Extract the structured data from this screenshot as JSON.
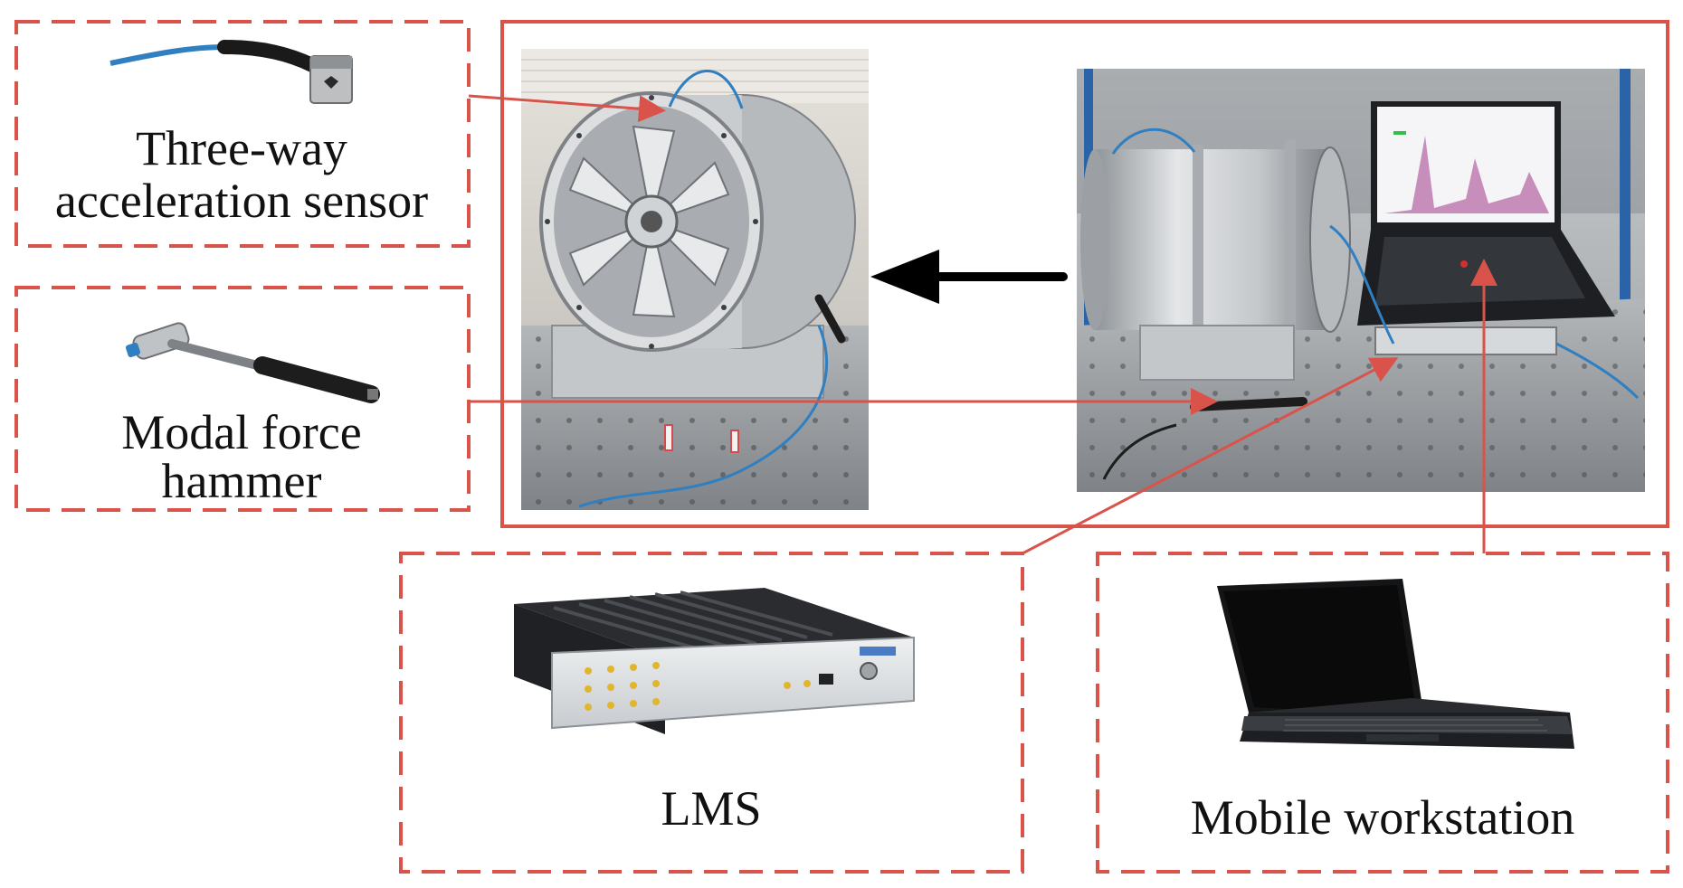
{
  "labels": {
    "sensor_line1": "Three-way",
    "sensor_line2": "acceleration sensor",
    "hammer_line1": "Modal force",
    "hammer_line2": "hammer",
    "lms": "LMS",
    "workstation": "Mobile workstation"
  },
  "colors": {
    "frame_red": "#d9534a",
    "arrow_black": "#000000",
    "text": "#111111",
    "metal_light": "#d9dbdd",
    "metal_dark": "#8e9296",
    "table_gray": "#9ea2a6",
    "laptop_black": "#1d1f22",
    "cable_blue": "#2f7fc1"
  }
}
